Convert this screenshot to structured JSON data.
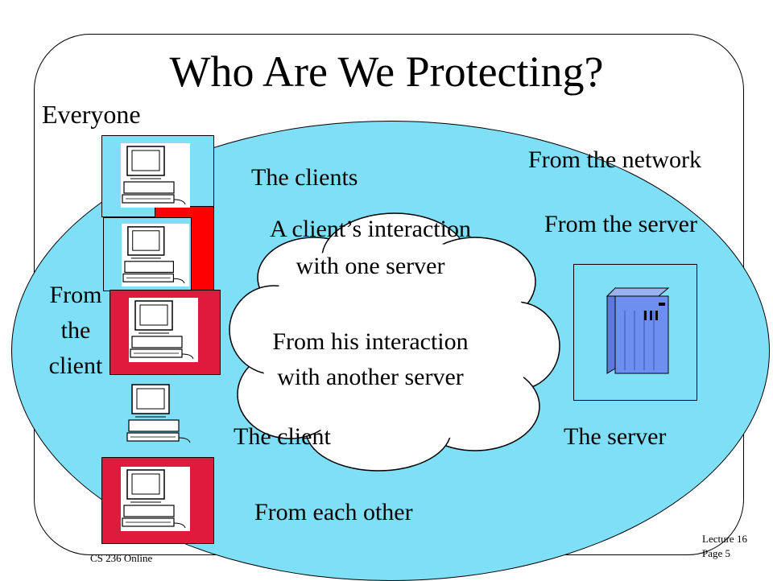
{
  "title": "Who Are We Protecting?",
  "labels": {
    "everyone": "Everyone",
    "from_the_client": [
      "From",
      "the",
      "client"
    ],
    "the_clients": "The clients",
    "clients_interaction": [
      "A client’s interaction",
      "with one server"
    ],
    "from_his_interaction": [
      "From his interaction",
      "with another server"
    ],
    "from_the_network": "From the network",
    "from_the_server": "From the server",
    "the_client": "The client",
    "the_server": "The server",
    "from_each_other": "From each other"
  },
  "footer": {
    "course": "CS 236 Online",
    "lecture": "Lecture 16",
    "page": "Page 5"
  },
  "colors": {
    "ellipse_fill": "#7fdff7",
    "highlight_red": "#ff0000",
    "highlight_crimson": "#e01a3c",
    "cloud_fill": "#ffffff"
  },
  "icons": [
    "computer-icon",
    "server-icon",
    "cloud-shape"
  ]
}
